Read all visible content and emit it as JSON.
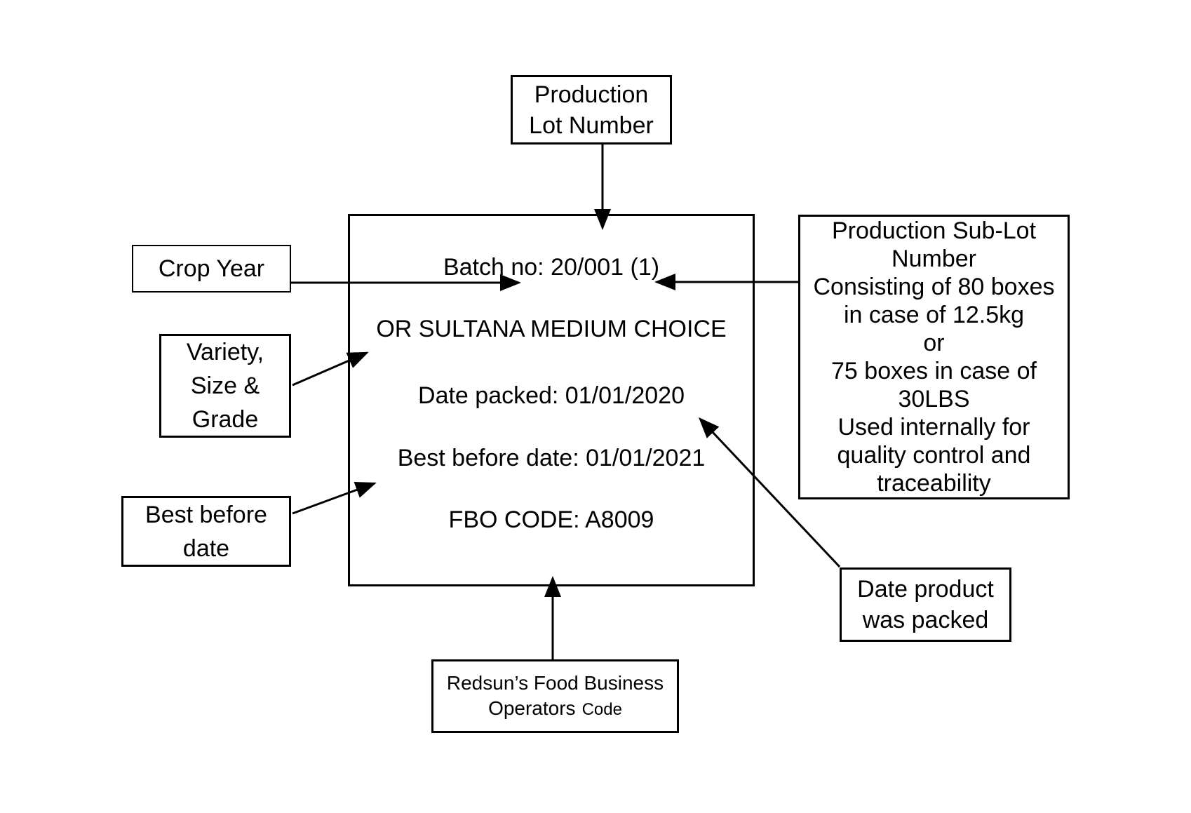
{
  "diagram": {
    "colors": {
      "line": "#000000",
      "background": "#ffffff",
      "text": "#000000"
    },
    "label": {
      "batch_no": "Batch no: 20/001 (1)",
      "product_name": "OR SULTANA MEDIUM CHOICE",
      "date_packed": "Date packed: 01/01/2020",
      "best_before": "Best before date: 01/01/2021",
      "fbo_code": "FBO CODE: A8009"
    },
    "callouts": {
      "production_lot": {
        "lines": [
          "Production",
          "Lot Number"
        ]
      },
      "crop_year": {
        "lines": [
          "Crop Year"
        ]
      },
      "variety_size_grade": {
        "lines": [
          "Variety,",
          "Size &",
          "Grade"
        ]
      },
      "best_before_date": {
        "lines": [
          "Best before",
          "date"
        ]
      },
      "production_sub_lot": {
        "lines": [
          "Production Sub-Lot",
          "Number",
          "Consisting of 80 boxes",
          "in case of 12.5kg",
          "or",
          "75 boxes in case of",
          "30LBS",
          "Used internally for",
          "quality control and",
          "traceability"
        ]
      },
      "date_product_packed": {
        "lines": [
          "Date product",
          "was packed"
        ]
      },
      "fbo_operators": {
        "line1": "Redsun’s Food Business",
        "line2_main": "Operators",
        "line2_small": "Code"
      }
    }
  }
}
